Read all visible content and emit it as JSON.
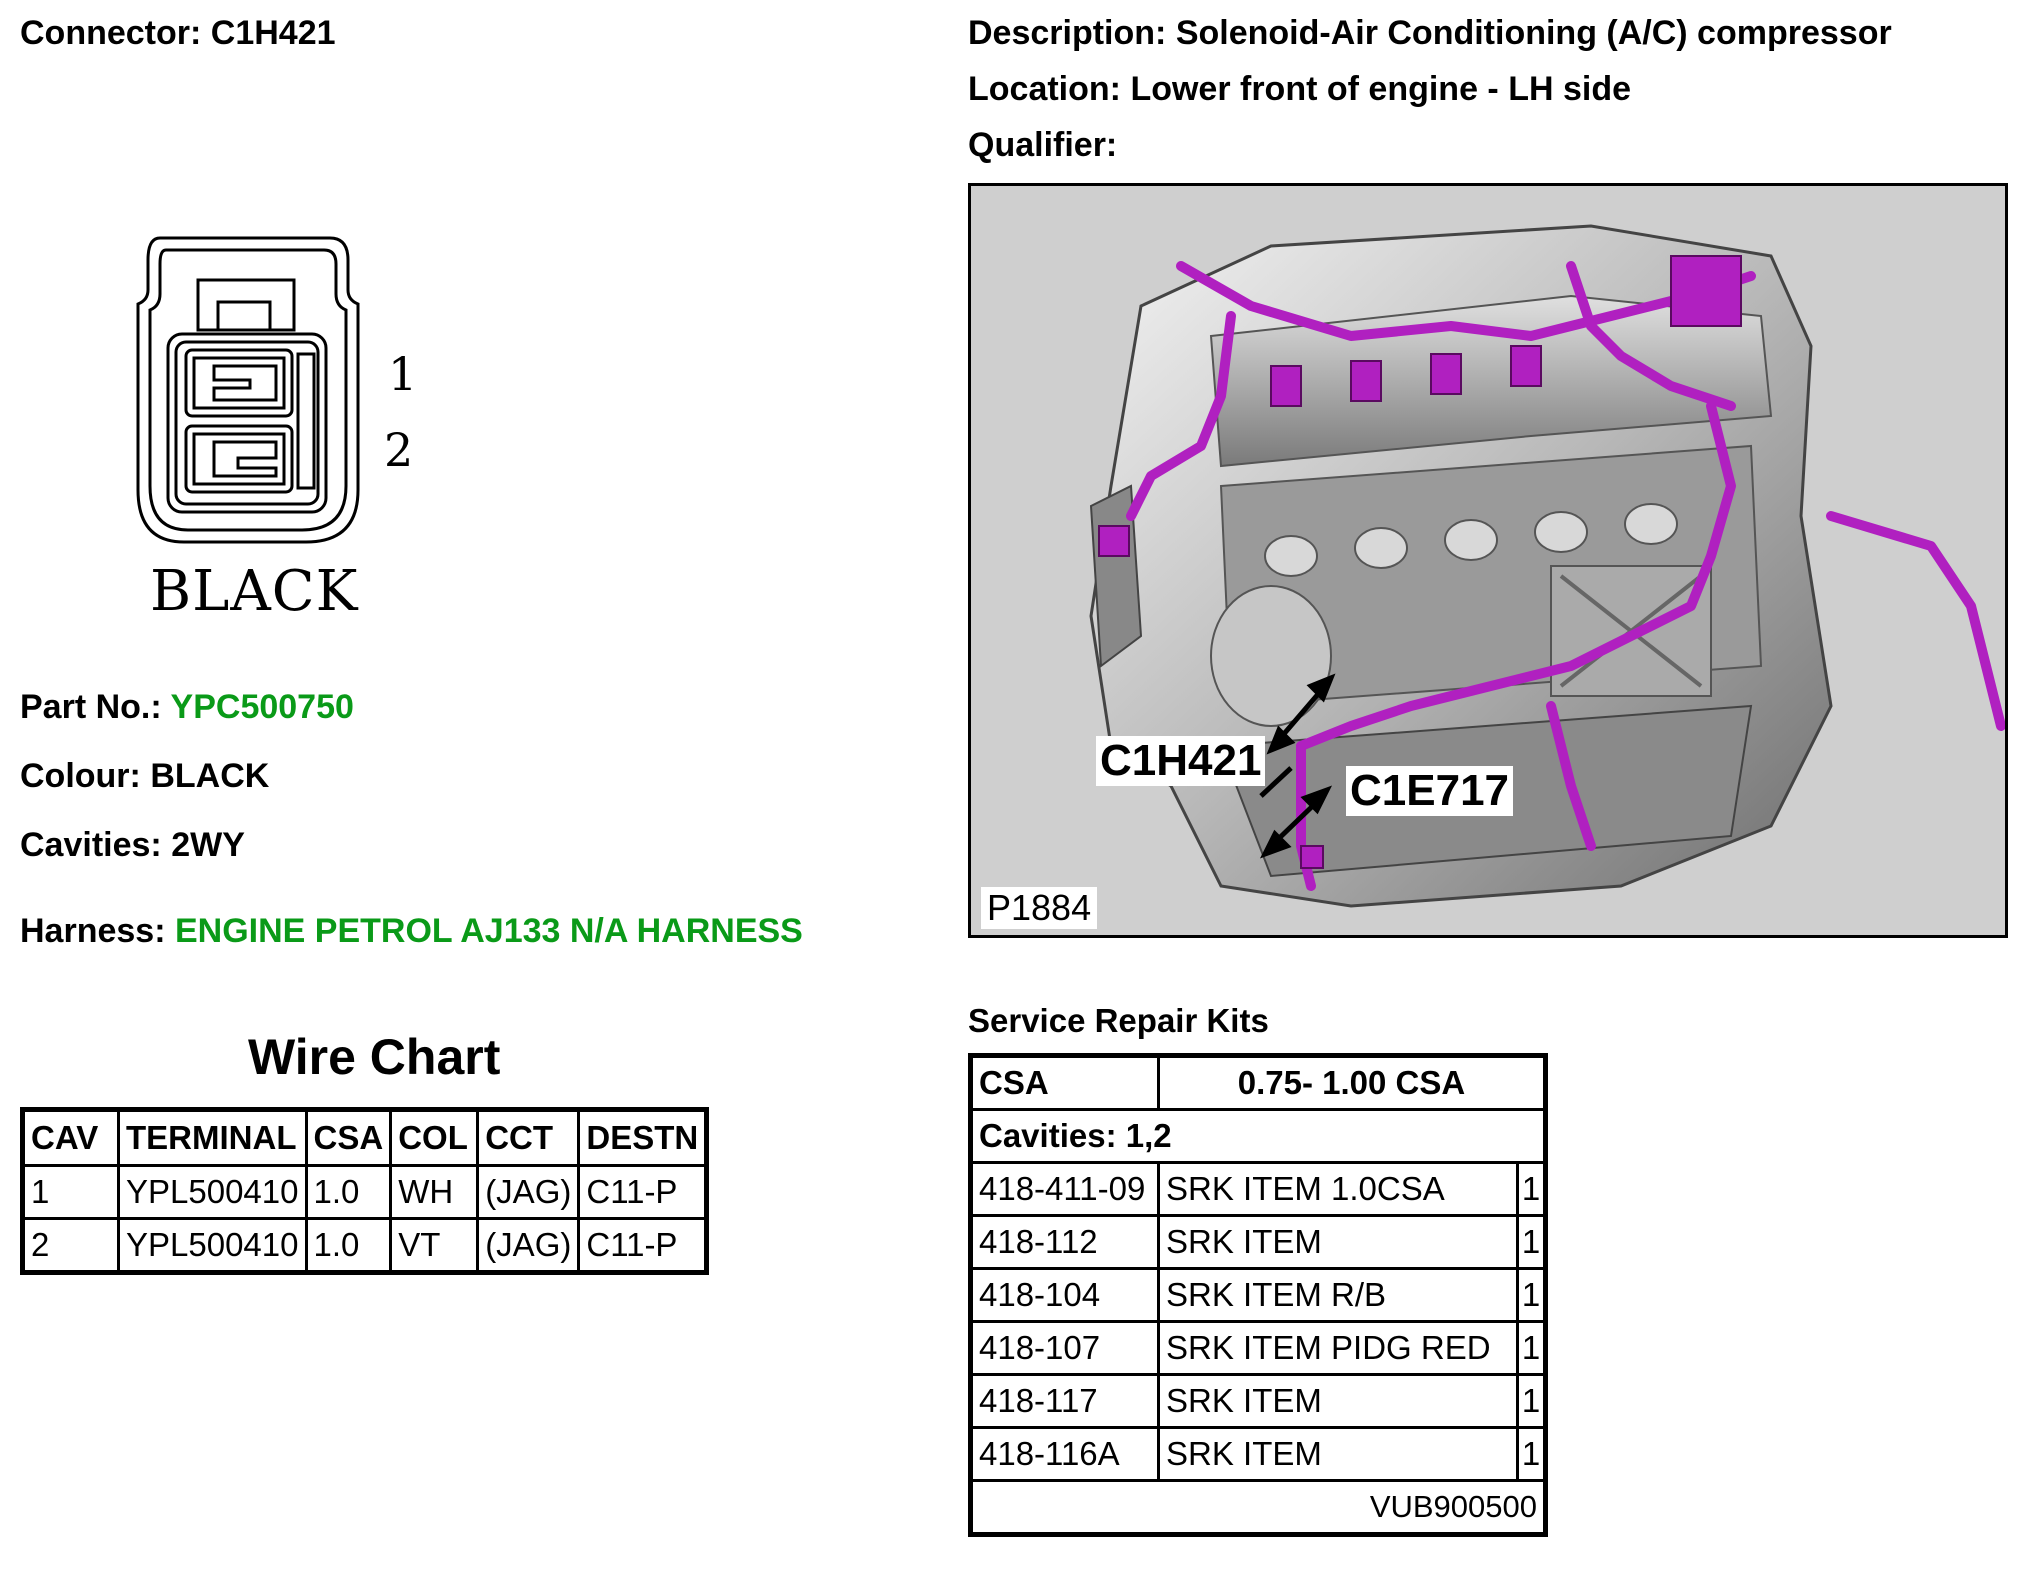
{
  "header": {
    "connector_label": "Connector:",
    "connector_value": "C1H421",
    "description_label": "Description:",
    "description_value": "Solenoid-Air Conditioning (A/C) compressor",
    "location_label": "Location:",
    "location_value": "Lower front of engine - LH side",
    "qualifier_label": "Qualifier:",
    "qualifier_value": ""
  },
  "connector_drawing": {
    "pins": [
      "1",
      "2"
    ],
    "colour_text": "BLACK"
  },
  "info": {
    "part_label": "Part No.:",
    "part_value": "YPC500750",
    "colour_label": "Colour:",
    "colour_value": "BLACK",
    "cavities_label": "Cavities:",
    "cavities_value": "2WY",
    "harness_label": "Harness:",
    "harness_value": "ENGINE PETROL AJ133 N/A HARNESS",
    "link_color": "#0a9a18"
  },
  "wire_chart": {
    "title": "Wire Chart",
    "headers": [
      "CAV",
      "TERMINAL",
      "CSA",
      "COL",
      "CCT",
      "DESTN"
    ],
    "rows": [
      [
        "1",
        "YPL500410",
        "1.0",
        "WH",
        "(JAG)",
        "C11-P"
      ],
      [
        "2",
        "YPL500410",
        "1.0",
        "VT",
        "(JAG)",
        "C11-P"
      ]
    ]
  },
  "image": {
    "callout_1": "C1H421",
    "callout_2": "C1E717",
    "ref": "P1884",
    "harness_color": "#b020c0"
  },
  "service_kits": {
    "title": "Service Repair Kits",
    "csa_label": "CSA",
    "csa_value": "0.75- 1.00 CSA",
    "cavities": "Cavities: 1,2",
    "rows": [
      [
        "418-411-09",
        "SRK ITEM 1.0CSA",
        "1"
      ],
      [
        "418-112",
        "SRK ITEM",
        "1"
      ],
      [
        "418-104",
        "SRK ITEM R/B",
        "1"
      ],
      [
        "418-107",
        "SRK ITEM PIDG RED",
        "1"
      ],
      [
        "418-117",
        "SRK ITEM",
        "1"
      ],
      [
        "418-116A",
        "SRK ITEM",
        "1"
      ]
    ],
    "footer": "VUB900500"
  }
}
